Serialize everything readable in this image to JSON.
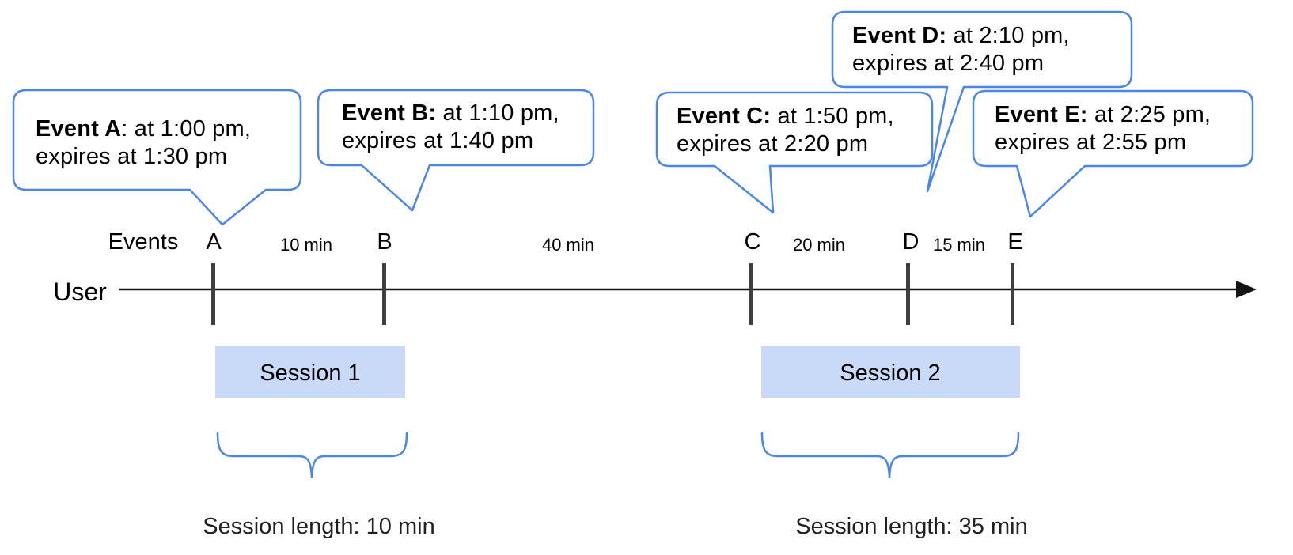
{
  "colors": {
    "accent_blue": "#4a86e8",
    "session_fill": "#c9daf8",
    "tick_gray": "#3f3f3f",
    "timeline_black": "#141414"
  },
  "axis": {
    "user_label": "User",
    "events_label": "Events"
  },
  "events": [
    {
      "label": "A",
      "callout_bold": "Event A",
      "callout_rest": ": at 1:00 pm,",
      "callout_line2": "expires at 1:30 pm"
    },
    {
      "label": "B",
      "callout_bold": "Event B:",
      "callout_rest": " at 1:10 pm,",
      "callout_line2": "expires at 1:40 pm"
    },
    {
      "label": "C",
      "callout_bold": "Event C:",
      "callout_rest": " at 1:50 pm,",
      "callout_line2": "expires at 2:20 pm"
    },
    {
      "label": "D",
      "callout_bold": "Event D:",
      "callout_rest": " at 2:10 pm,",
      "callout_line2": "expires at 2:40 pm"
    },
    {
      "label": "E",
      "callout_bold": "Event E:",
      "callout_rest": " at 2:25 pm,",
      "callout_line2": "expires at 2:55 pm"
    }
  ],
  "intervals": [
    {
      "label": "10 min"
    },
    {
      "label": "40 min"
    },
    {
      "label": "20 min"
    },
    {
      "label": "15 min"
    }
  ],
  "sessions": [
    {
      "name": "Session 1",
      "length_label": "Session length: 10 min"
    },
    {
      "name": "Session 2",
      "length_label": "Session length: 35 min"
    }
  ]
}
